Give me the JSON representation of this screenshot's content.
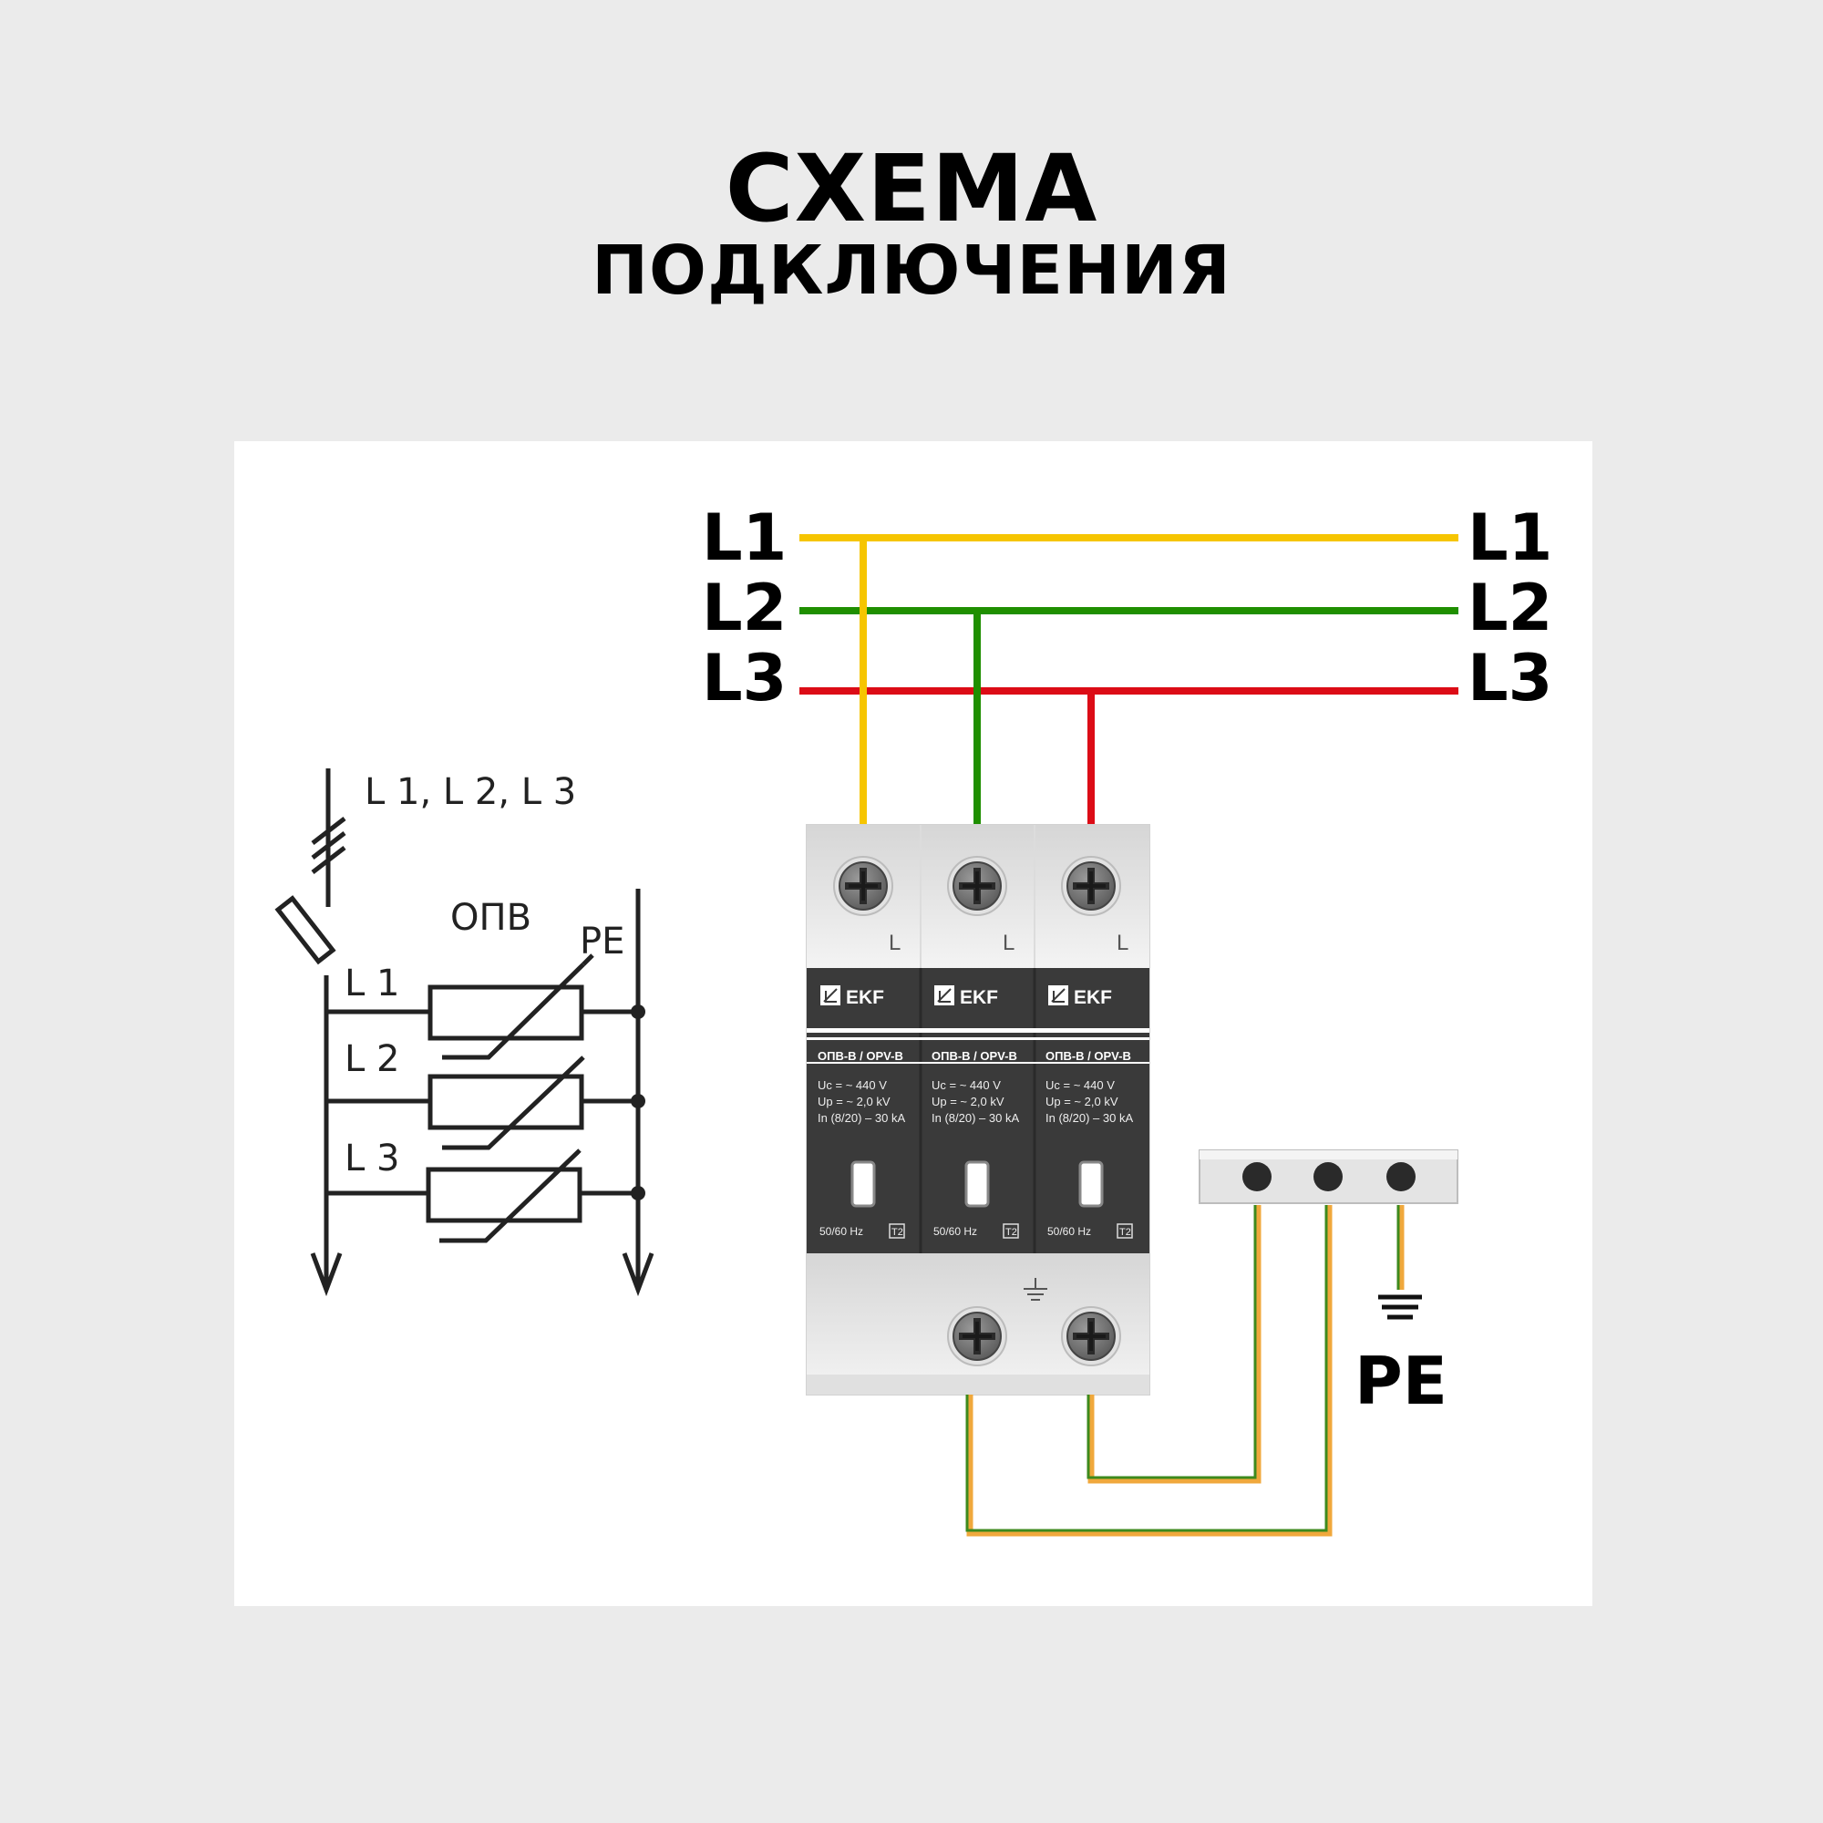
{
  "title": {
    "main": "СХЕМА",
    "sub": "ПОДКЛЮЧЕНИЯ"
  },
  "bus_lines": [
    {
      "left_label": "L1",
      "right_label": "L1",
      "color": "#f6c500"
    },
    {
      "left_label": "L2",
      "right_label": "L2",
      "color": "#1f8f00"
    },
    {
      "left_label": "L3",
      "right_label": "L3",
      "color": "#dc0c16"
    }
  ],
  "pe_wire": {
    "color_a": "#f0a83c",
    "color_b": "#3d8a1d"
  },
  "schematic": {
    "lines_label": "L 1, L  2, L 3",
    "device_label": "ОПВ",
    "pe_label": "PE",
    "phase_labels": [
      "L 1",
      "L 2",
      "L 3"
    ]
  },
  "device": {
    "terminal_label": "L",
    "modules": [
      {
        "brand": "EKF",
        "model": "ОПВ-В / OPV-B",
        "specs": [
          "Uc = ~ 440 V",
          "Up = ~ 2,0 kV",
          "In (8/20) – 30 kA"
        ],
        "freq": "50/60 Hz",
        "type": "T2"
      },
      {
        "brand": "EKF",
        "model": "ОПВ-В / OPV-B",
        "specs": [
          "Uc = ~ 440 V",
          "Up = ~ 2,0 kV",
          "In (8/20) – 30 kA"
        ],
        "freq": "50/60 Hz",
        "type": "T2"
      },
      {
        "brand": "EKF",
        "model": "ОПВ-В / OPV-B",
        "specs": [
          "Uc = ~ 440 V",
          "Up = ~ 2,0 kV",
          "In (8/20) – 30 kA"
        ],
        "freq": "50/60 Hz",
        "type": "T2"
      }
    ],
    "ground_symbol": "⏚"
  },
  "pe_terminal": {
    "label": "PE"
  }
}
